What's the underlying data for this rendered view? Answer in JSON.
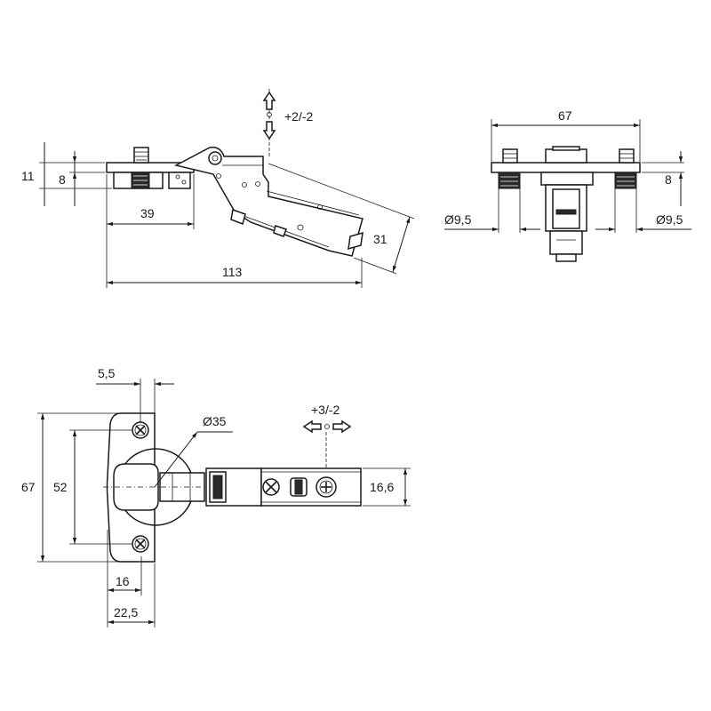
{
  "side_view": {
    "dim_height_total": "11",
    "dim_height_plate": "8",
    "dim_cup_offset": "39",
    "dim_overall_length": "113",
    "dim_arm_height": "31",
    "adjust_vertical": "+2/-2"
  },
  "front_view": {
    "dim_width": "67",
    "dim_plate_height": "8",
    "dim_dowel_left": "Ø9,5",
    "dim_dowel_right": "Ø9,5"
  },
  "top_view": {
    "dim_edge_offset": "5,5",
    "dim_cup_diameter": "Ø35",
    "adjust_horizontal": "+3/-2",
    "dim_plate_height": "67",
    "dim_screw_spacing": "52",
    "dim_arm_width": "16,6",
    "dim_cup_center": "16",
    "dim_plate_depth": "22,5"
  }
}
